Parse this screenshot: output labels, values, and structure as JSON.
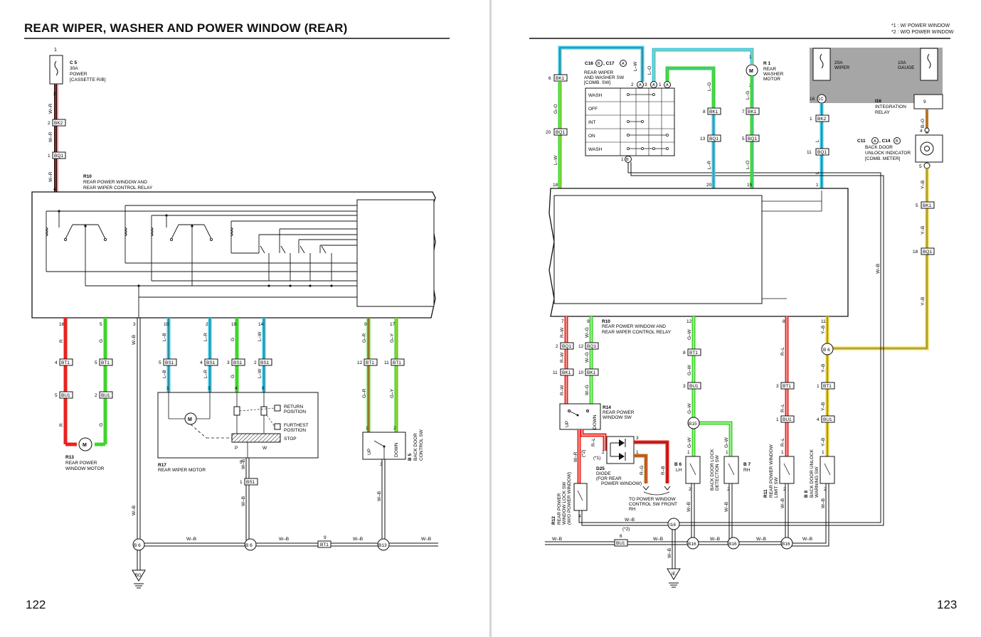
{
  "title": "REAR WIPER, WASHER AND POWER WINDOW (REAR)",
  "page_left": "122",
  "page_right": "123",
  "notes": [
    "*1 : W/ POWER WINDOW",
    "*2 : W/O POWER WINDOW"
  ],
  "colors": {
    "red": "#e8231e",
    "green": "#3ed52a",
    "cyan": "#3ec8e6",
    "yellow": "#e9d23a",
    "brown": "#b8742a",
    "gray": "#a6a6a6",
    "line": "#111111"
  },
  "left": {
    "c5": {
      "name": "C 5",
      "rating": "30A",
      "label": "POWER",
      "sub": "[CASSETTE R/B]"
    },
    "r10": {
      "name": "R10",
      "label": "REAR POWER WINDOW AND",
      "label2": "REAR WIPER CONTROL RELAY"
    },
    "r13": {
      "name": "R13",
      "label": "REAR POWER",
      "label2": "WINDOW MOTOR"
    },
    "r17": {
      "name": "R17",
      "label": "REAR WIPER MOTOR"
    },
    "b5": {
      "name": "B 5",
      "label": "BACK DOOR",
      "label2": "CONTROL SW"
    },
    "wiper_labels": {
      "ret": "RETURN",
      "ret2": "POSITION",
      "fur": "FURTHEST",
      "fur2": "POSITION",
      "stop": "STOP",
      "p": "P",
      "w": "W"
    },
    "switch_labels": {
      "up": "UP",
      "down": "DOWN"
    },
    "wire_wr": "W–R",
    "wire_r": "R",
    "wire_g": "G",
    "wire_lb": "L–B",
    "wire_lr": "L–R",
    "wire_lw": "L–W",
    "wire_gr": "G–R",
    "wire_gy": "G–Y",
    "wire_wb": "W–B",
    "conn": {
      "bk2": "BK2",
      "bq1": "BQ1",
      "bt1": "BT1",
      "bu1": "BU1",
      "bs1": "BS1",
      "b6": "B 6",
      "b13": "B13",
      "bg": "BG"
    },
    "pins": {
      "p1": "1",
      "p2": "2",
      "p3": "3",
      "p4": "4",
      "p5": "5",
      "p6": "6",
      "p9": "9",
      "p10": "10",
      "p11": "11",
      "p12": "12",
      "p14": "14",
      "p16": "16",
      "p17": "17",
      "p19": "19"
    }
  },
  "right": {
    "c16": {
      "name": "C16",
      "a": "B",
      "name2": ", C17",
      "b": "A",
      "label": "REAR WIPER",
      "label2": "AND WASHER SW",
      "label3": "[COMB. SW]"
    },
    "sw_rows": [
      "WASH",
      "OFF",
      "INT",
      "ON",
      "WASH"
    ],
    "r1": {
      "name": "R 1",
      "label": "REAR",
      "label2": "WASHER",
      "label3": "MOTOR"
    },
    "fuses": {
      "wiper": "20A",
      "wiper2": "WIPER",
      "gauge": "10A",
      "gauge2": "GAUGE"
    },
    "i16": {
      "name": "I16",
      "label": "INTEGRATION",
      "label2": "RELAY"
    },
    "c11": {
      "name": "C11",
      "a": "A",
      "name2": ", C14",
      "b": "B",
      "label": "BACK DOOR",
      "label2": "UNLOCK INDICATOR",
      "label3": "[COMB. METER]"
    },
    "r10": {
      "name": "R10",
      "label": "REAR POWER WINDOW AND",
      "label2": "REAR WIPER CONTROL RELAY"
    },
    "r14": {
      "name": "R14",
      "label": "REAR POWER",
      "label2": "WINDOW SW"
    },
    "d25": {
      "name": "D25",
      "label": "DIODE",
      "label2": "(FOR REAR",
      "label3": "POWER WINDOW)"
    },
    "b6": {
      "name": "B 6",
      "label": "LH"
    },
    "b7": {
      "name": "B 7",
      "label": "RH"
    },
    "to_front": {
      "label": "TO POWER WINDOW",
      "label2": "CONTROL SW FRONT",
      "label3": "RH"
    },
    "r12": {
      "name": "R12",
      "label": "REAR POWER",
      "label2": "WINDOW LOCK SW",
      "label3": "(W/O POWER WINDOW)"
    },
    "r11": {
      "name": "R11",
      "label": "REAR POWER WINDOW",
      "label2": "LIMIT SW"
    },
    "b8": {
      "name": "B 8",
      "label": "BACK DOOR UNLOCK",
      "label2": "WARNING SW"
    },
    "bdl": {
      "label": "BACK DOOR LOCK",
      "label2": "DETECTION SW"
    },
    "star1": "(*1)",
    "star2": "(*2)",
    "wire_lw": "L–W",
    "wire_lo": "L–O",
    "wire_lg": "L–G",
    "wire_lr": "L–R",
    "wire_l": "L",
    "wire_go": "G–O",
    "wire_bo": "B–O",
    "wire_yb": "Y–B",
    "wire_wb": "W–B",
    "wire_rw": "R–W",
    "wire_wg": "W–G",
    "wire_gw": "G–W",
    "wire_rl": "R–L",
    "wire_rg": "R–G",
    "wire_rb": "R–B",
    "wire_wr": "W–R",
    "conn": {
      "bk1": "BK1",
      "bq1": "BQ1",
      "bk2": "BK2",
      "bt1": "BT1",
      "bu1": "BU1",
      "b15": "B15",
      "b16": "B16",
      "b6": "B 6",
      "i16": "I16",
      "ie": "IE",
      "fc": "1C"
    },
    "pins": {
      "p1": "1",
      "p2": "2",
      "p3": "3",
      "p4": "4",
      "p5": "5",
      "p6": "6",
      "p7": "7",
      "p8": "8",
      "p9": "9",
      "p10": "10",
      "p11": "11",
      "p12": "12",
      "p13": "13",
      "p15": "15",
      "p16": "16",
      "p18": "18",
      "p20": "20"
    }
  }
}
